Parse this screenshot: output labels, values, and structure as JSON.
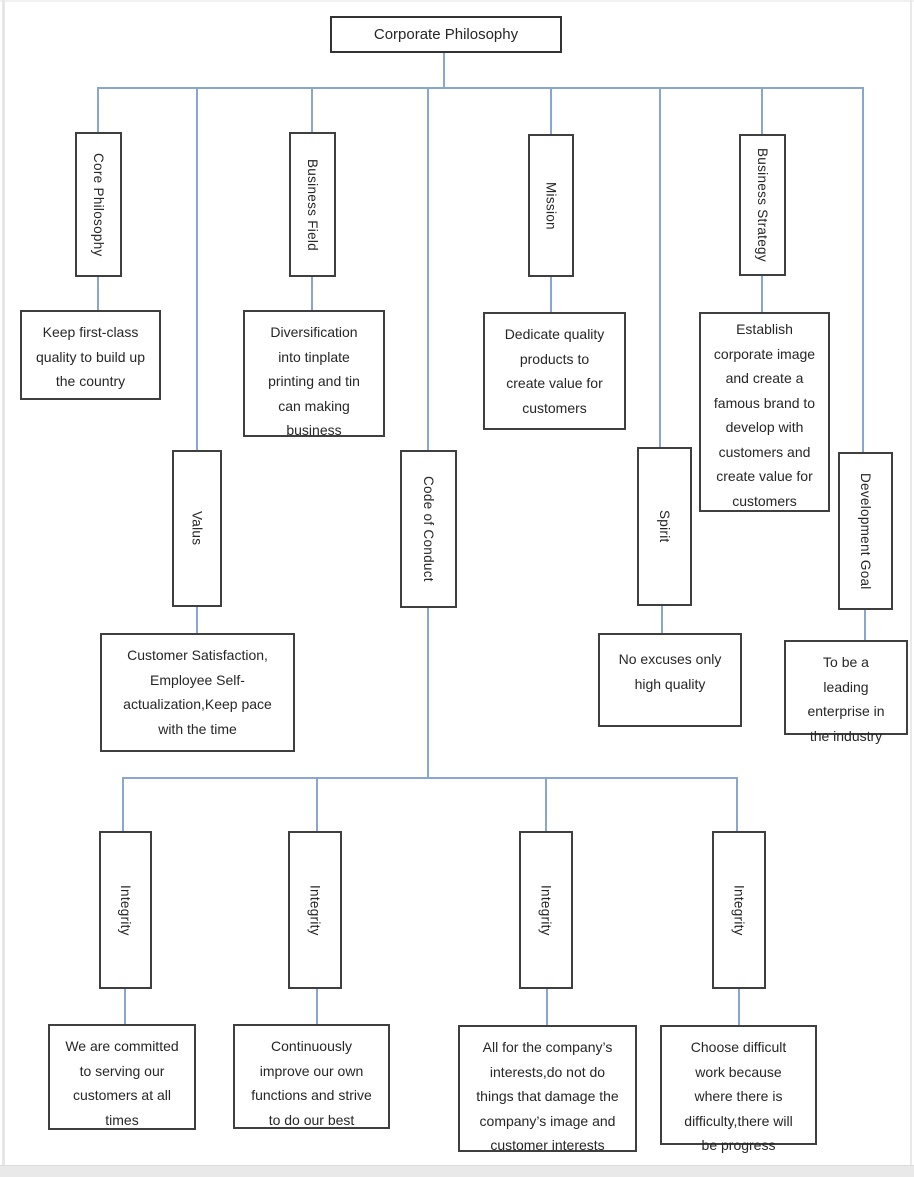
{
  "title": "Corporate Philosophy",
  "colors": {
    "connector_line": "#88a6cf",
    "box_border": "#3f3f3f",
    "text": "#262626",
    "page_background": "#ffffff"
  },
  "nodes": {
    "root": {
      "label": "Corporate Philosophy"
    },
    "core_philosophy": {
      "label": "Core Philosophy",
      "desc": "Keep first-class quality to build up the country"
    },
    "business_field": {
      "label": "Business Field",
      "desc": "Diversification into tinplate printing and tin can making business"
    },
    "mission": {
      "label": "Mission",
      "desc": "Dedicate quality products to create value for customers"
    },
    "business_strategy": {
      "label": "Business Strategy",
      "desc": "Establish corporate image and create a famous brand to develop with customers and create value for customers"
    },
    "values": {
      "label": "Valus",
      "desc": "Customer Satisfaction, Employee Self-actualization,Keep pace with the time"
    },
    "code_of_conduct": {
      "label": "Code of Conduct"
    },
    "spirit": {
      "label": "Spirit",
      "desc": "No excuses only high quality"
    },
    "development_goal": {
      "label": "Development Goal",
      "desc": "To be a leading enterprise in the industry"
    },
    "integrity_1": {
      "label": "Integrity",
      "desc": "We are committed to serving our customers at all times"
    },
    "integrity_2": {
      "label": "Integrity",
      "desc": "Continuously improve our own functions and strive to do our best"
    },
    "integrity_3": {
      "label": "Integrity",
      "desc": "All for the company’s interests,do not do things that damage the company’s image and customer interests"
    },
    "integrity_4": {
      "label": "Integrity",
      "desc": "Choose difficult work because where there is difficulty,there will be progress"
    }
  }
}
